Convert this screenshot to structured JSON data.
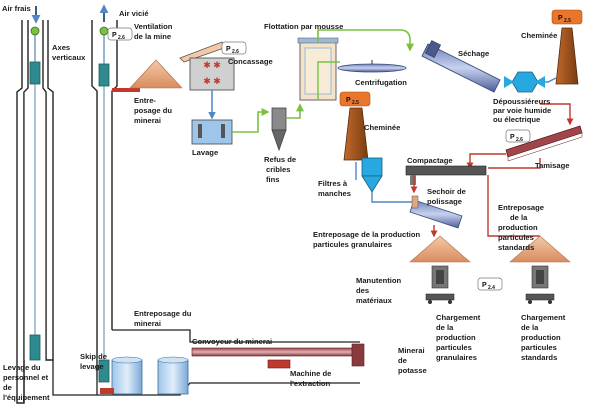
{
  "colors": {
    "green_flow": "#7ac143",
    "blue_flow": "#4f86c6",
    "red_flow": "#c0392b",
    "brown_product": "#e0a77e",
    "shaft_teal": "#2f8a8f",
    "equipment_dark": "#555555"
  },
  "labels": {
    "air_frais": "Air frais",
    "air_vicie": "Air vicié",
    "axes_1": "Axes",
    "axes_2": "verticaux",
    "ventilation_1": "Ventilation",
    "ventilation_2": "de la mine",
    "flottation": "Flottation par mousse",
    "cheminee_top": "Cheminée",
    "concassage": "Concassage",
    "entreposage_1": "Entre-",
    "entreposage_2": "posage du",
    "entreposage_3": "minerai",
    "sechage": "Séchage",
    "centrifugation": "Centrifugation",
    "lavage": "Lavage",
    "refus_1": "Refus de",
    "refus_2": "cribles",
    "refus_3": "fins",
    "depoussiereurs_1": "Dépoussiéreurs",
    "depoussiereurs_2": "par voie humide",
    "depoussiereurs_3": "ou électrique",
    "cheminee_mid": "Cheminée",
    "tamisage": "Tamisage",
    "compactage": "Compactage",
    "filtres_1": "Filtres à",
    "filtres_2": "manches",
    "sechoir_1": "Sechoir de",
    "sechoir_2": "polissage",
    "entreposage_std_1": "Entreposage",
    "entreposage_std_2": "de la",
    "entreposage_std_3": "production",
    "entreposage_std_4": "particules",
    "entreposage_std_5": "standards",
    "entreposage_gran_1": "Entreposage de la production",
    "entreposage_gran_2": "particules granulaires",
    "manutention_1": "Manutention",
    "manutention_2": "des",
    "manutention_3": "matériaux",
    "charg_gran_1": "Chargement",
    "charg_gran_2": "de la",
    "charg_gran_3": "production",
    "charg_gran_4": "particules",
    "charg_gran_5": "granulaires",
    "charg_std_1": "Chargement",
    "charg_std_2": "de la",
    "charg_std_3": "production",
    "charg_std_4": "particules",
    "charg_std_5": "standards",
    "entreposage_minerai_bottom_1": "Entreposage du",
    "entreposage_minerai_bottom_2": "minerai",
    "convoyeur": "Convoyeur du minerai",
    "levage_1": "Levage du",
    "levage_2": "personnel et",
    "levage_3": "de",
    "levage_4": "l'équipement",
    "skip_1": "Skip de",
    "skip_2": "levage",
    "machine_1": "Machine de",
    "machine_2": "l'extraction",
    "minerai_potasse_1": "Minerai",
    "minerai_potasse_2": "de",
    "minerai_potasse_3": "potasse",
    "pm_main": "P",
    "pm_sub_25": "2.5",
    "pm_sub_26": "2.6",
    "pm_sub_24": "2.4"
  }
}
